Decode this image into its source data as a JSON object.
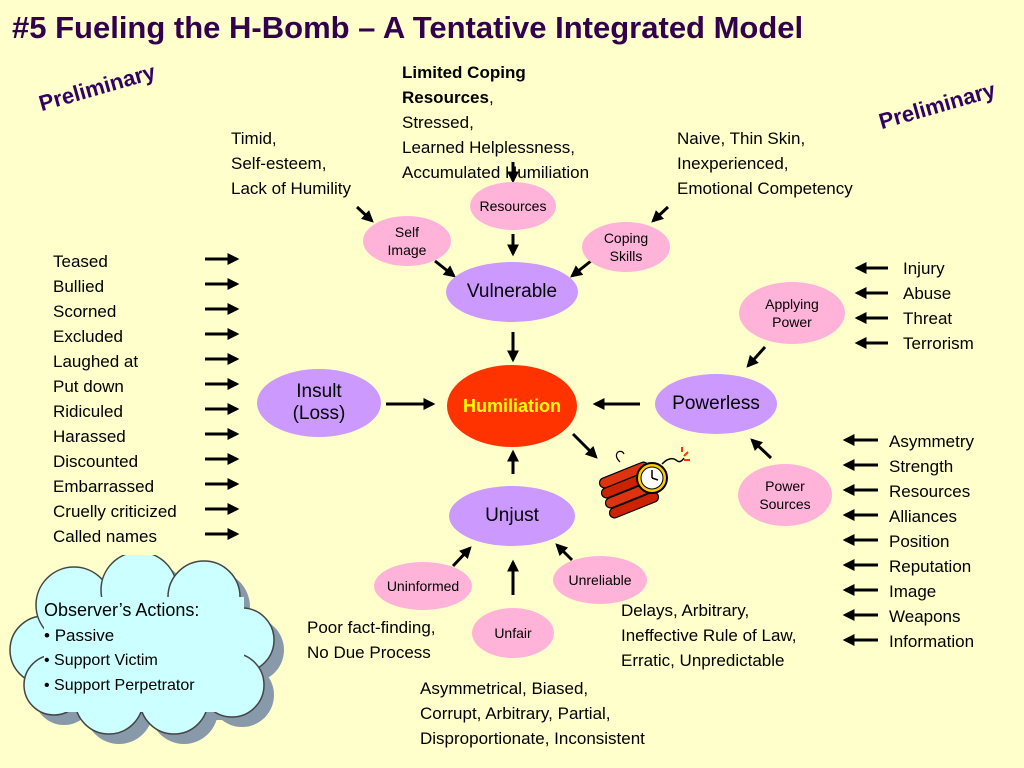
{
  "title": "#5 Fueling the H-Bomb – A Tentative Integrated Model",
  "preliminary_left": "Preliminary",
  "preliminary_right": "Preliminary",
  "top_center": {
    "heading_line1": "Limited Coping",
    "heading_line2": "Resources",
    "heading_comma": ",",
    "line3": "Stressed,",
    "line4": "Learned Helplessness,",
    "line5": "Accumulated Humiliation"
  },
  "top_left": [
    "Timid,",
    "Self-esteem,",
    "Lack of Humility"
  ],
  "top_right": [
    "Naive, Thin Skin,",
    "Inexperienced,",
    "Emotional Competency"
  ],
  "nodes": {
    "self_image": [
      "Self",
      "Image"
    ],
    "resources": "Resources",
    "coping_skills": [
      "Coping",
      "Skills"
    ],
    "vulnerable": "Vulnerable",
    "applying_power": [
      "Applying",
      "Power"
    ],
    "insult": [
      "Insult",
      "(Loss)"
    ],
    "humiliation": "Humiliation",
    "powerless": "Powerless",
    "power_sources": [
      "Power",
      "Sources"
    ],
    "unjust": "Unjust",
    "uninformed": "Uninformed",
    "unreliable": "Unreliable",
    "unfair": "Unfair"
  },
  "left_list": [
    "Teased",
    "Bullied",
    "Scorned",
    "Excluded",
    "Laughed at",
    "Put down",
    "Ridiculed",
    "Harassed",
    "Discounted",
    "Embarrassed",
    "Cruelly criticized",
    "Called names"
  ],
  "right_top_list": [
    "Injury",
    "Abuse",
    "Threat",
    "Terrorism"
  ],
  "right_bottom_list": [
    "Asymmetry",
    "Strength",
    "Resources",
    "Alliances",
    "Position",
    "Reputation",
    "Image",
    "Weapons",
    "Information"
  ],
  "uninformed_text": [
    "Poor fact-finding,",
    "No Due Process"
  ],
  "unreliable_text": [
    "Delays, Arbitrary,",
    "Ineffective Rule of Law,",
    "Erratic, Unpredictable"
  ],
  "unfair_text": [
    "Asymmetrical, Biased,",
    "Corrupt, Arbitrary, Partial,",
    "Disproportionate, Inconsistent"
  ],
  "observer": {
    "heading": "Observer’s Actions:",
    "items": [
      "Passive",
      "Support Victim",
      "Support Perpetrator"
    ]
  },
  "colors": {
    "background": "#FFFFCC",
    "title": "#33004D",
    "pink_node": "#FFB3D9",
    "purple_node": "#CC99FF",
    "humiliation_node": "#FF3300",
    "humiliation_text": "#FFFF00",
    "cloud": "#CCFFFF"
  },
  "icons": {
    "bomb": "dynamite-bomb-icon"
  }
}
